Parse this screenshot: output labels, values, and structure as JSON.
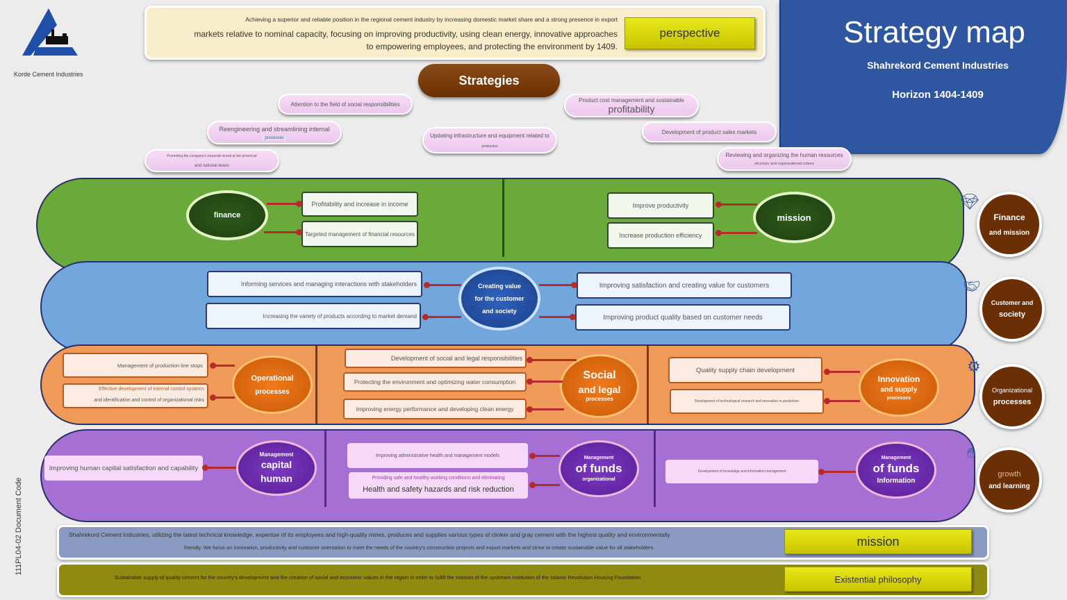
{
  "logo": {
    "company": "Korde Cement Industries"
  },
  "perspective": {
    "line1": "Achieving a superior and reliable position in the regional cement industry by increasing domestic market share and a strong presence in export",
    "line2": "markets relative to nominal capacity, focusing on improving productivity, using clean energy, innovative approaches",
    "line3": "to empowering employees, and protecting the environment by 1409.",
    "label": "perspective"
  },
  "header": {
    "title": "Strategy map",
    "company": "Shahrekord Cement Industries",
    "horizon": "Horizon 1404-1409"
  },
  "strategies": {
    "label": "Strategies",
    "items": [
      {
        "l1": "Attention to the field of social responsibilities",
        "l2": ""
      },
      {
        "l1": "Reengineering and streamlining internal",
        "l2": "processes"
      },
      {
        "l1": "Promoting the company's corporate brand at the provincial",
        "l2": "and national levels"
      },
      {
        "l1": "Updating infrastructure and equipment related to",
        "l2": "production"
      },
      {
        "l1": "Product cost management and sustainable",
        "l2": "profitability"
      },
      {
        "l1": "Development of product sales markets",
        "l2": ""
      },
      {
        "l1": "Reviewing and organizing the human resources",
        "l2": "structure and organizational culture"
      }
    ]
  },
  "finance": {
    "oval_left": "finance",
    "oval_right": "mission",
    "left": [
      "Profitability and increase in income",
      "Targeted management of financial resources"
    ],
    "right": [
      "Improve productivity",
      "Increase production efficiency"
    ]
  },
  "customer": {
    "oval": [
      "Creating value",
      "for the customer",
      "and society"
    ],
    "left": [
      "Informing services and managing interactions with stakeholders",
      "Increasing the variety of products according to market demand"
    ],
    "right": [
      "Improving satisfaction and creating value for customers",
      "Improving product quality based on customer needs"
    ]
  },
  "process": {
    "op": {
      "oval": [
        "Operational",
        "processes"
      ],
      "items": [
        "Management of production line stops",
        "Effective development of internal control systems",
        "and identification and control of organizational risks"
      ]
    },
    "social": {
      "oval": [
        "Social",
        "and legal",
        "processes"
      ],
      "items": [
        "Development of social and legal responsibilities",
        "Protecting the environment and optimizing water consumption",
        "Improving energy performance and developing clean energy"
      ]
    },
    "innov": {
      "oval": [
        "Innovation",
        "and supply",
        "processes"
      ],
      "items": [
        "Quality supply chain development",
        "Development of technological research and innovation in production"
      ]
    }
  },
  "growth": {
    "hc": {
      "oval": [
        "Management",
        "capital",
        "human"
      ],
      "items": [
        "Improving human capital satisfaction and capability"
      ]
    },
    "org": {
      "oval": [
        "Management",
        "of funds",
        "organizational"
      ],
      "items": [
        "Improving administrative health and management models",
        "Providing safe and healthy working conditions and eliminating",
        "Health and safety hazards and risk reduction"
      ]
    },
    "info": {
      "oval": [
        "Management",
        "of funds",
        "Information"
      ],
      "items": [
        "Development of knowledge and information management"
      ]
    }
  },
  "perspectives": [
    {
      "l1": "Finance",
      "l2": "and mission",
      "icon": "diamond-icon"
    },
    {
      "l1": "Customer and",
      "l2": "society",
      "icon": "handshake-icon"
    },
    {
      "l1": "Organizational",
      "l2": "processes",
      "icon": "gear-cycle-icon"
    },
    {
      "l1": "growth",
      "l2": "and learning",
      "icon": "hand-icon"
    }
  ],
  "mission": {
    "text1": "Shahrekord Cement Industries, utilizing the latest technical knowledge, expertise of its employees and high-quality mines, produces and supplies various types of clinker and gray cement with the highest quality and environmentally",
    "text2": "friendly. We focus on innovation, productivity and customer orientation to meet the needs of the country's construction projects and export markets and strive to create sustainable value for all stakeholders.",
    "label": "mission"
  },
  "philosophy": {
    "text": "Sustainable supply of quality cement for the country's development and the creation of social and economic values in the region in order to fulfill the mission of the upstream institution of the Islamic Revolution Housing Foundation",
    "label": "Existential philosophy"
  },
  "doc_code": "111PL04-02 Document Code",
  "colors": {
    "green": "#6aaa3a",
    "blue": "#72a7de",
    "orange": "#f09a5a",
    "purple": "#a66fd3",
    "brown": "#6b2f06",
    "title_blue": "#2f56a0"
  }
}
